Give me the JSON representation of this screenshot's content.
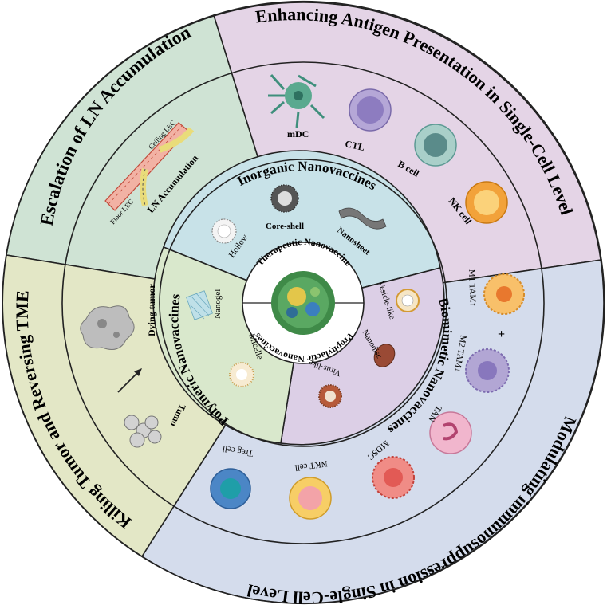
{
  "center": {
    "line1": "Therapeutic Nanovaccine",
    "line2": "Prophylactic Nanovaccines"
  },
  "inner_ring": {
    "inorganic": {
      "title": "Inorganic Nanovaccines",
      "hollow": "Hollow",
      "core_shell": "Core-shell",
      "nanosheet": "Nanosheet"
    },
    "polymeric": {
      "title": "Polymeric Nanovaccines",
      "nanogel": "Nanogel",
      "micelle": "Micelle"
    },
    "biomimetic": {
      "title": "Biomimetic Nanovaccines",
      "vesicle_like": "Vesicle-like",
      "nanodisc": "Nanodisc",
      "virus_like": "Virus-like"
    }
  },
  "middle_ring": {
    "ln": {
      "ceiling": "Ceiling LEC",
      "floor": "Floor LEC",
      "accumulation": "LN Accumulation"
    },
    "antigen": {
      "mdc": "mDC",
      "ctl": "CTL",
      "bcell": "B cell",
      "nkcell": "NK cell"
    },
    "immunosuppression": {
      "m1": "M1 TAM↑",
      "plus": "+",
      "m2": "M2 TAM↓",
      "tan": "TAN",
      "mdsc": "MDSC",
      "nkt": "NKT cell",
      "treg": "Treg cell"
    },
    "tumor": {
      "dying": "Dying tumor",
      "tumo": "Tumo"
    }
  },
  "outer_ring": {
    "escalation": "Escalation of LN Accumulation",
    "enhancing": "Enhancing Antigen Presentation in Single-Cell Level",
    "modulating": "Modulating immunosuppression in Single-Cell Level",
    "killing": "Killing Tumor and Reversing TME"
  },
  "colors": {
    "green_sector": "#cfe3d4",
    "purple_sector": "#e4d4e6",
    "blue_sector": "#d4dcec",
    "olive_sector": "#e3e7c6",
    "inner_inorganic": "#c8e2e8",
    "inner_polymeric": "#d9e8cc",
    "inner_biomimetic": "#dccfe6",
    "stroke": "#222222"
  }
}
